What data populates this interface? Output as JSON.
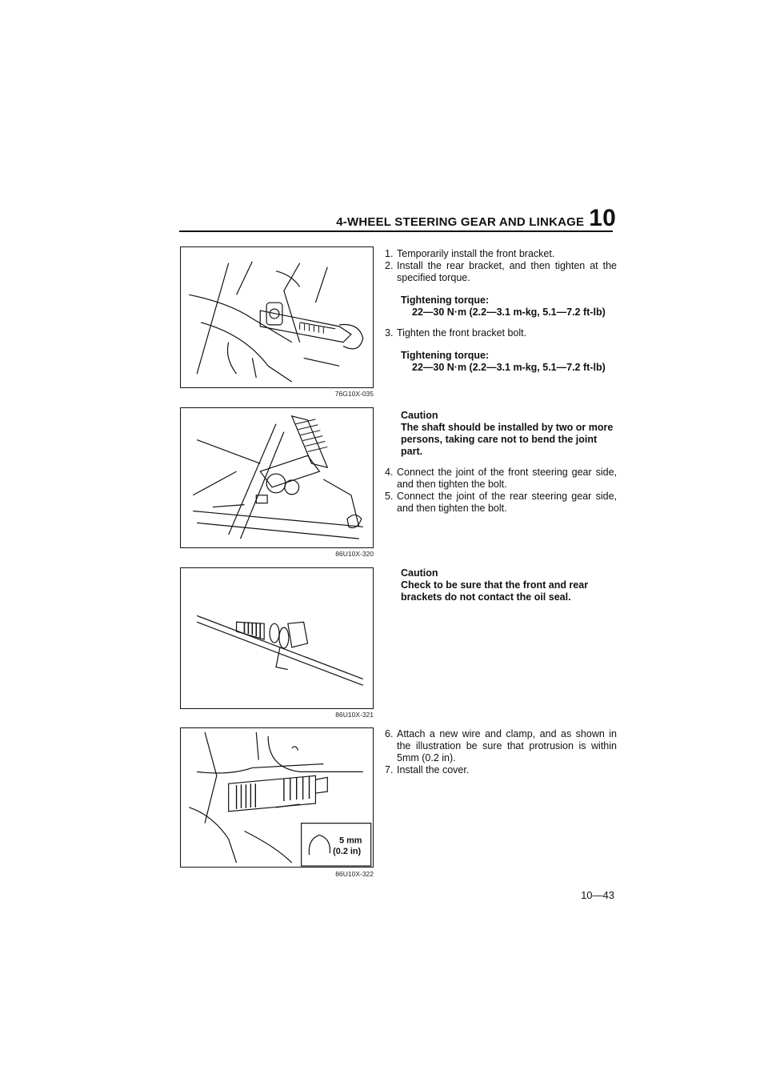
{
  "header": {
    "title": "4-WHEEL STEERING GEAR AND LINKAGE",
    "chapter": "10"
  },
  "figures": [
    {
      "code": "76G10X-035"
    },
    {
      "code": "86U10X-320"
    },
    {
      "code": "86U10X-321"
    },
    {
      "code": "86U10X-322",
      "callout": [
        "5 mm",
        "(0.2 in)"
      ]
    }
  ],
  "section1": {
    "steps": [
      {
        "n": "1.",
        "text": "Temporarily install the front bracket."
      },
      {
        "n": "2.",
        "text": "Install the rear bracket, and then tighten at the specified torque."
      }
    ],
    "torque1": {
      "label": "Tightening torque:",
      "value": "22—30 N·m (2.2—3.1 m-kg, 5.1—7.2 ft-lb)"
    },
    "step3": {
      "n": "3.",
      "text": "Tighten the front bracket bolt."
    },
    "torque2": {
      "label": "Tightening torque:",
      "value": "22—30 N·m (2.2—3.1 m-kg, 5.1—7.2 ft-lb)"
    }
  },
  "section2": {
    "caution": {
      "label": "Caution",
      "text": "The shaft should be installed by two or more persons, taking care not to bend the joint part."
    },
    "steps": [
      {
        "n": "4.",
        "text": "Connect the joint of the front steering gear side, and then tighten the bolt."
      },
      {
        "n": "5.",
        "text": "Connect the joint of the rear steering gear side, and then tighten the bolt."
      }
    ]
  },
  "section3": {
    "caution": {
      "label": "Caution",
      "text": "Check to be sure that the front and rear brackets do not contact the oil seal."
    }
  },
  "section4": {
    "steps": [
      {
        "n": "6.",
        "text": "Attach a new wire and clamp, and as shown in the illustration be sure that protrusion is within 5mm (0.2 in)."
      },
      {
        "n": "7.",
        "text": "Install the cover."
      }
    ]
  },
  "footer": {
    "page": "10—43"
  }
}
